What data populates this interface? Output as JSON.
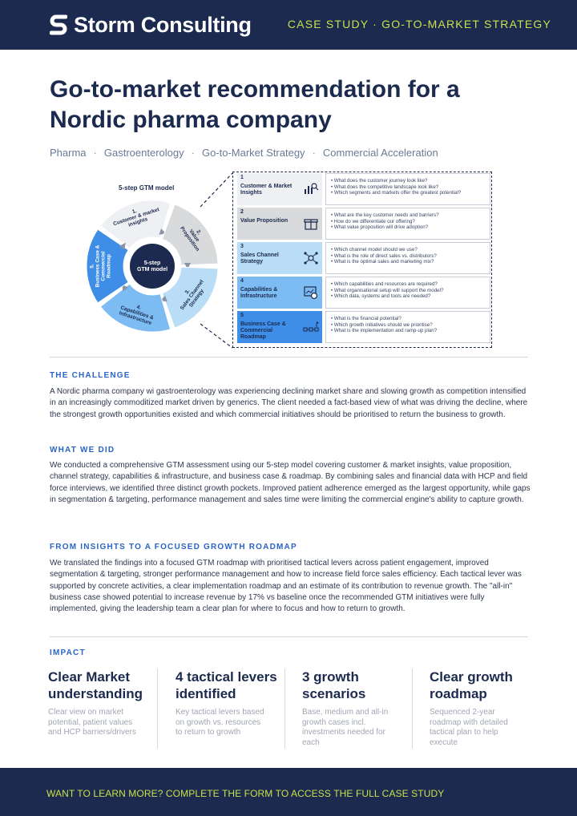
{
  "header": {
    "brand": "Storm Consulting",
    "kicker": "CASE STUDY · GO-TO-MARKET STRATEGY"
  },
  "title": "Go-to-market recommendation for a Nordic pharma company",
  "tags": [
    "Pharma",
    "Gastroenterology",
    "Go-to-Market Strategy",
    "Commercial Acceleration"
  ],
  "figure": {
    "model_title": "5-step GTM model",
    "center_label": [
      "5-step",
      "GTM model"
    ],
    "wheel_labels": [
      {
        "num": "1.",
        "lines": [
          "Customer & market",
          "insights"
        ]
      },
      {
        "num": "2.",
        "lines": [
          "Value",
          "Proposition"
        ]
      },
      {
        "num": "3.",
        "lines": [
          "Sales Channel",
          "Strategy"
        ]
      },
      {
        "num": "4.",
        "lines": [
          "Capabilities &",
          "Infrastructure"
        ]
      },
      {
        "num": "5.",
        "lines": [
          "Business Case &",
          "Commercial",
          "Roadmap"
        ]
      }
    ],
    "steps": [
      {
        "num": "1",
        "name": "Customer & Market Insights",
        "icon": "chart-magnifier-icon",
        "questions": [
          "What does the customer journey look like?",
          "What does the competitive landscape look like?",
          "Which segments and markets offer the greatest potential?"
        ]
      },
      {
        "num": "2",
        "name": "Value Proposition",
        "icon": "gift-box-icon",
        "questions": [
          "What are the key customer needs and barriers?",
          "How do we differentiate our offering?",
          "What value proposition will drive adoption?"
        ]
      },
      {
        "num": "3",
        "name": "Sales Channel Strategy",
        "icon": "network-icon",
        "questions": [
          "Which channel model should we use?",
          "What is the role of direct sales vs. distributors?",
          "What is the optimal sales and marketing mix?"
        ]
      },
      {
        "num": "4",
        "name": "Capabilities & Infrastructure",
        "icon": "dashboard-gear-icon",
        "questions": [
          "Which capabilities and resources are required?",
          "What organisational setup will support the model?",
          "Which data, systems and tools are needed?"
        ]
      },
      {
        "num": "5",
        "name": "Business Case & Commercial Roadmap",
        "icon": "roadmap-icon",
        "questions": [
          "What is the financial potential?",
          "Which growth initiatives should we prioritise?",
          "What is the implementation and ramp-up plan?"
        ]
      }
    ],
    "colors": [
      "#eef0f3",
      "#d9dadc",
      "#b9dcf7",
      "#7cbcf2",
      "#3e8ee8"
    ]
  },
  "challenge": {
    "heading": "THE CHALLENGE",
    "body": "A Nordic pharma company wi gastroenterology was experiencing declining market share and slowing growth as competition intensified in an increasingly commoditized market driven by generics. The client needed a fact-based view of what was driving the decline, where the strongest growth opportunities existed and which commercial initiatives should be prioritised to return the business to growth."
  },
  "what_we_did": {
    "heading": "WHAT WE DID",
    "body": "We conducted a comprehensive GTM assessment using our 5-step model covering customer & market insights, value proposition, channel strategy, capabilities & infrastructure, and business case & roadmap. By combining sales and financial data with HCP and field force interviews, we identified three distinct growth pockets. Improved patient adherence emerged as the largest opportunity, while gaps in segmentation & targeting, performance management and sales time were limiting the commercial engine's ability to capture growth."
  },
  "roadmap": {
    "heading": "FROM INSIGHTS TO A FOCUSED GROWTH ROADMAP",
    "body": "We translated the findings into a focused GTM roadmap with prioritised tactical levers across patient engagement, improved segmentation & targeting, stronger performance management and how to increase field force sales efficiency. Each tactical lever was supported by concrete activities, a clear implementation roadmap and an estimate of its contribution to revenue growth. The \"all-in\" business case showed potential to increase revenue by 17% vs baseline once the recommended GTM initiatives were fully implemented, giving the leadership team a clear plan for where to focus and how to return to growth."
  },
  "impact": {
    "heading": "IMPACT",
    "items": [
      {
        "title": "Clear Market understanding",
        "text": "Clear view on market potential, patient values and HCP barriers/drivers"
      },
      {
        "title": "4 tactical levers identified",
        "text": "Key tactical levers based on growth vs. resources to return to growth"
      },
      {
        "title": "3 growth scenarios",
        "text": "Base, medium and all-in growth cases incl. investments needed for each"
      },
      {
        "title": "Clear growth roadmap",
        "text": "Sequenced 2-year roadmap with detailed tactical plan to help execute"
      }
    ]
  },
  "footer": {
    "cta": "WANT TO LEARN MORE? COMPLETE THE FORM TO ACCESS THE FULL CASE STUDY"
  }
}
